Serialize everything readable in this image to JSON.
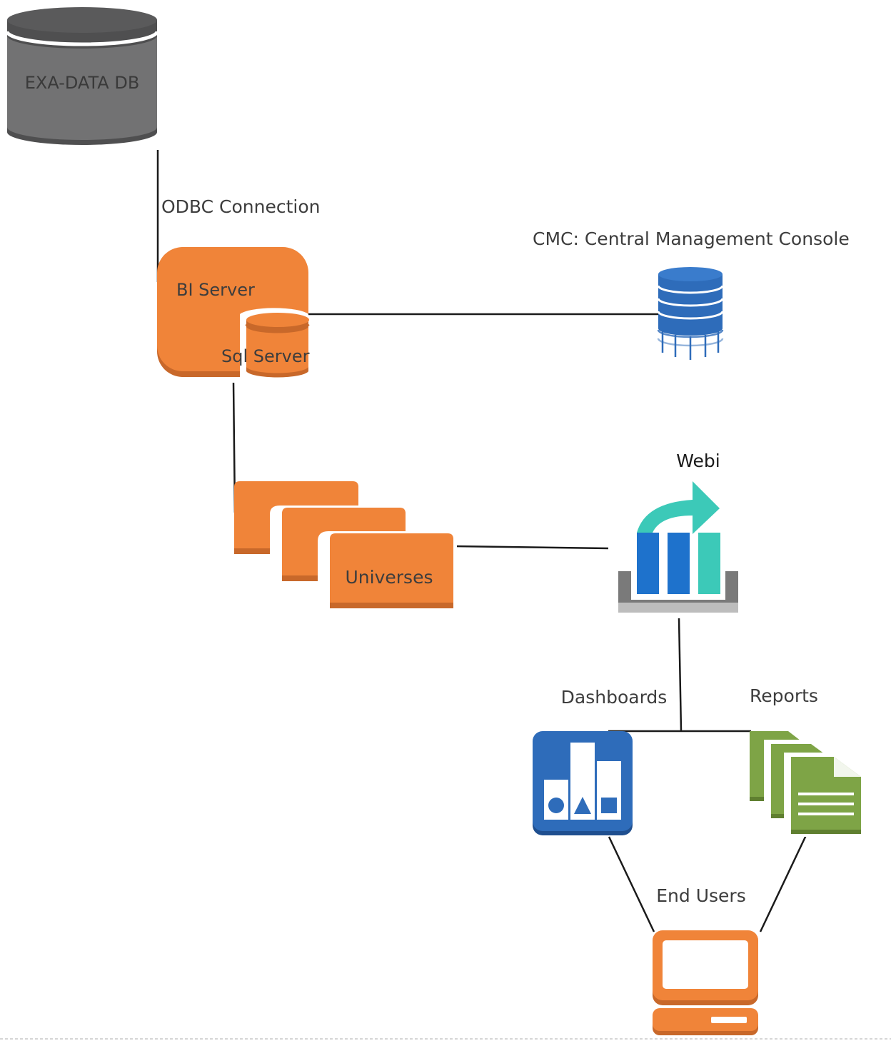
{
  "nodes": {
    "exadata_db": {
      "label": "EXA-DATA DB"
    },
    "bi_server": {
      "label": "BI Server"
    },
    "sql_server": {
      "label": "Sql Server"
    },
    "cmc": {
      "label": "CMC: Central Management Console"
    },
    "universes": {
      "label": "Universes"
    },
    "webi": {
      "label": "Webi"
    },
    "dashboards": {
      "label": "Dashboards"
    },
    "reports": {
      "label": "Reports"
    },
    "end_users": {
      "label": "End Users"
    }
  },
  "edges": {
    "odbc_connection": {
      "label": "ODBC Connection"
    }
  },
  "colors": {
    "orange": "#f08439",
    "orange_dark": "#c8682a",
    "gray_db": "#6f6f70",
    "gray_db_dark": "#4f4f50",
    "blue": "#2e6cba",
    "blue_bar": "#1e72cc",
    "teal": "#3cc9b8",
    "green": "#7ea446",
    "green_dark": "#5f7f30"
  }
}
